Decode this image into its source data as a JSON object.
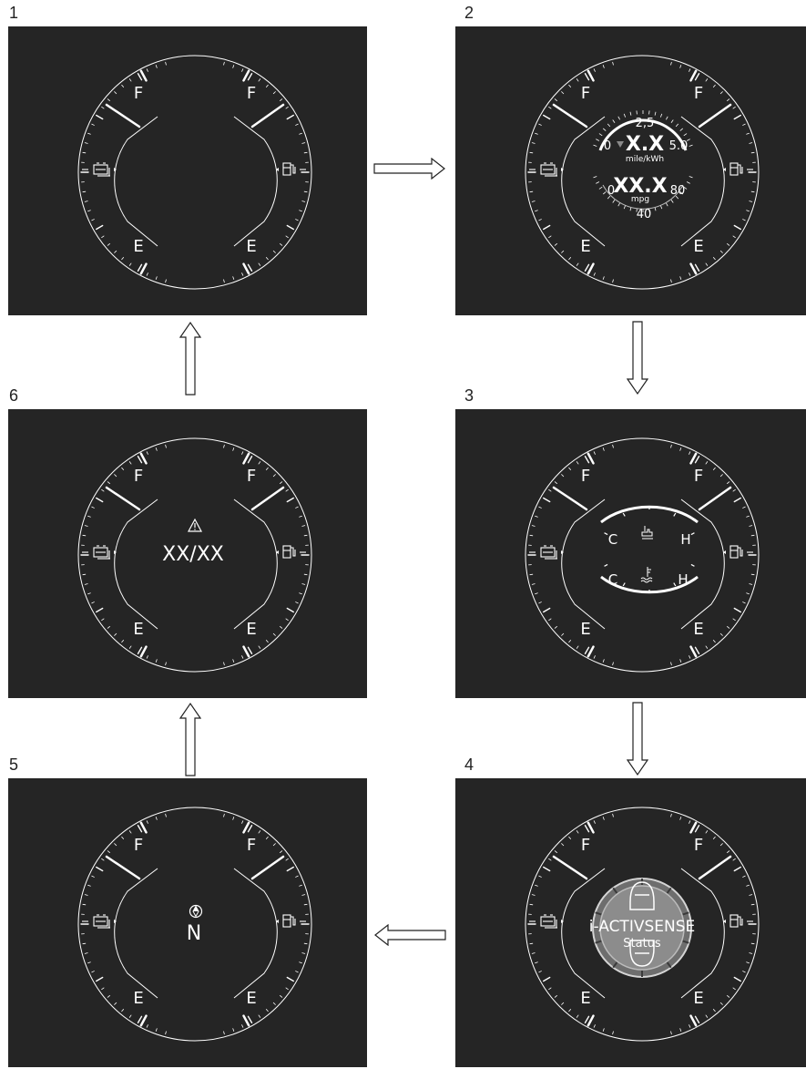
{
  "panels": [
    {
      "number": "1",
      "content": "empty"
    },
    {
      "number": "2",
      "content": "fuel-economy"
    },
    {
      "number": "3",
      "content": "temperature"
    },
    {
      "number": "4",
      "content": "i-activsense"
    },
    {
      "number": "5",
      "content": "compass"
    },
    {
      "number": "6",
      "content": "warning"
    }
  ],
  "gauge": {
    "full_label": "F",
    "empty_label": "E",
    "left_icon": "battery-icon",
    "right_icon": "fuel-pump-icon"
  },
  "fuel_economy": {
    "upper_min": "0",
    "upper_mid": "2,5",
    "upper_max": "5.0",
    "upper_value": "X.X",
    "upper_unit": "mile/kWh",
    "lower_min": "0",
    "lower_mid": "40",
    "lower_max": "80",
    "lower_value": "XX.X",
    "lower_unit": "mpg"
  },
  "temperature": {
    "cold_label": "C",
    "hot_label": "H",
    "upper_icon": "oil-temperature-icon",
    "lower_icon": "coolant-temperature-icon"
  },
  "i_activsense": {
    "title": "i-ACTIVSENSE",
    "subtitle": "Status"
  },
  "compass": {
    "heading": "N",
    "icon": "compass-icon"
  },
  "warning": {
    "value": "XX/XX",
    "icon": "warning-triangle-icon"
  },
  "colors": {
    "screen_bg": "#252525",
    "line": "#ffffff"
  }
}
